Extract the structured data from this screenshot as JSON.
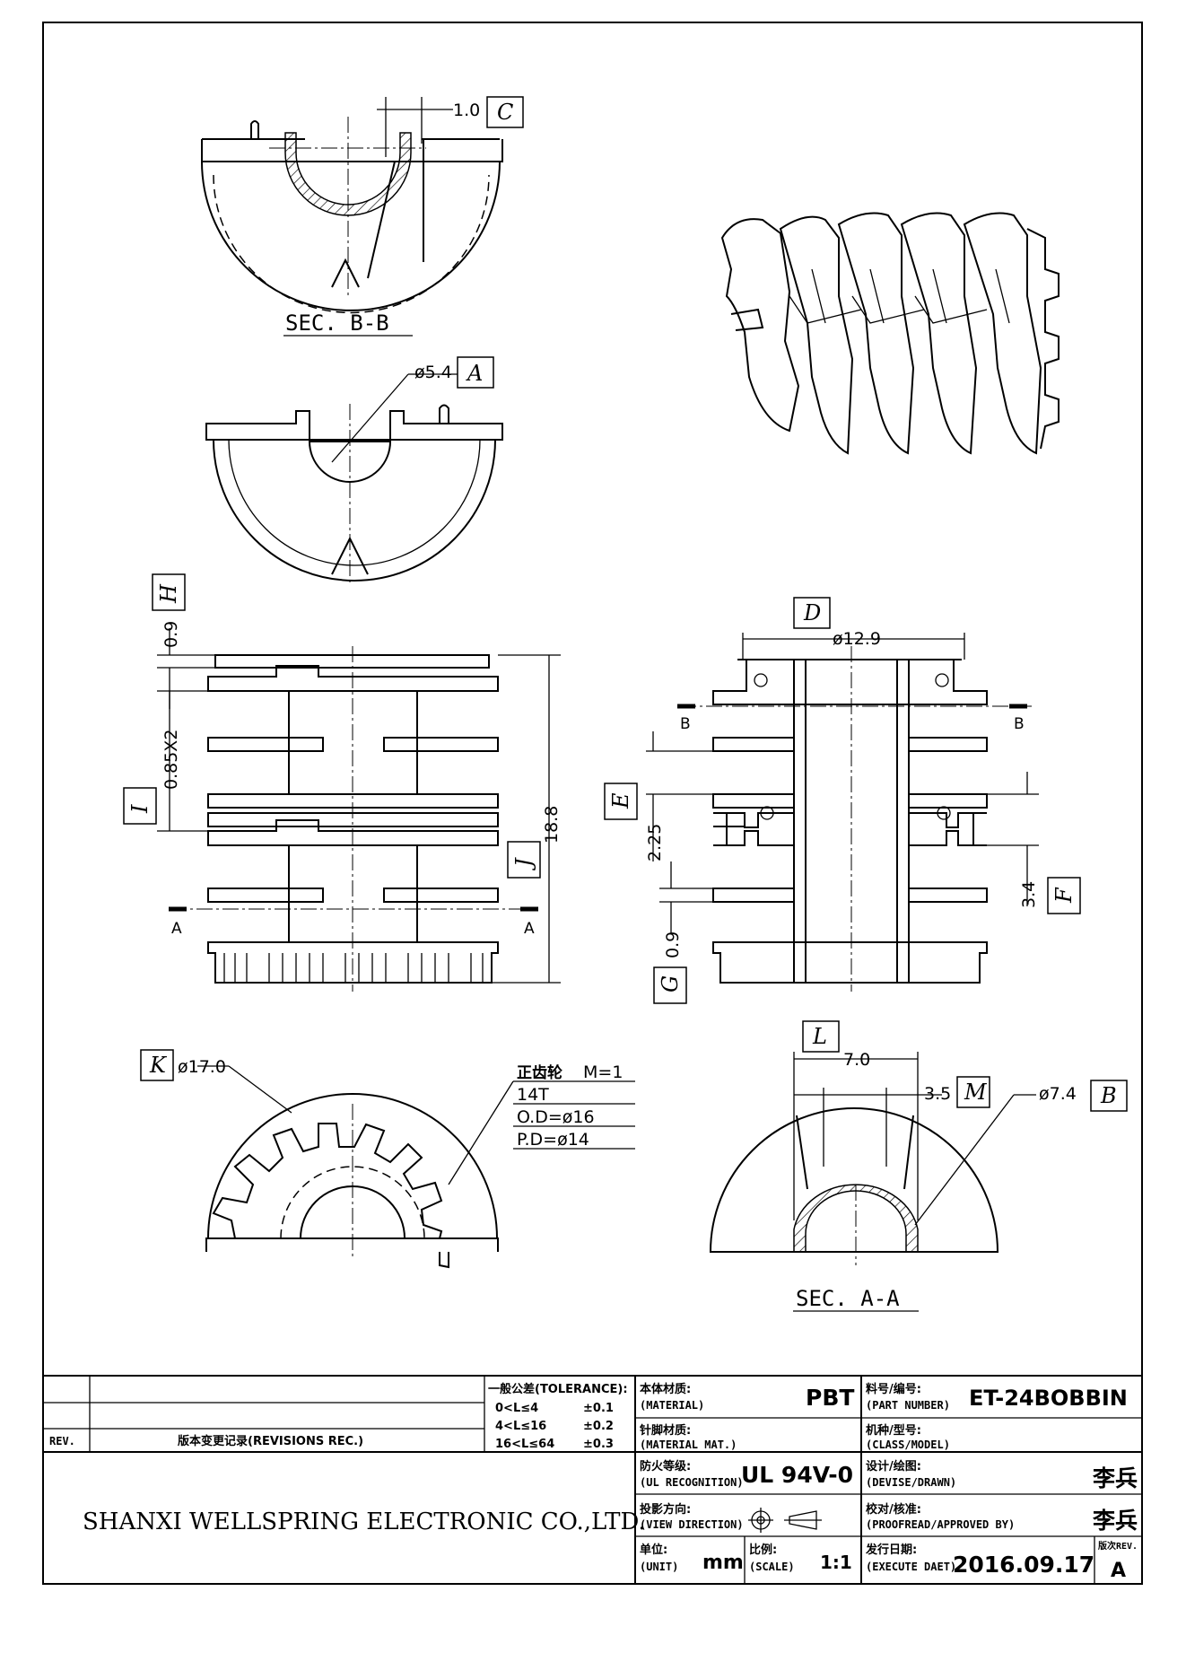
{
  "views": {
    "sec_bb_title": "SEC. B-B",
    "sec_aa_title": "SEC. A-A"
  },
  "callouts": {
    "C": {
      "tag": "C",
      "value": "1.0"
    },
    "A": {
      "tag": "A",
      "value": "ø5.4"
    },
    "H": {
      "tag": "H",
      "value": "0.9"
    },
    "I": {
      "tag": "I",
      "value": "0.85X2"
    },
    "J": {
      "tag": "J",
      "value": "18.8"
    },
    "D": {
      "tag": "D",
      "value": "ø12.9"
    },
    "E": {
      "tag": "E",
      "value": "2.25"
    },
    "F": {
      "tag": "F",
      "value": "3.4"
    },
    "G": {
      "tag": "G",
      "value": "0.9"
    },
    "K": {
      "tag": "K",
      "value": "ø17.0"
    },
    "L": {
      "tag": "L",
      "value": "7.0"
    },
    "M": {
      "tag": "M",
      "value": "3.5"
    },
    "B": {
      "tag": "B",
      "value": "ø7.4"
    }
  },
  "section_marks": {
    "a": "A",
    "b": "B"
  },
  "gear_note": {
    "title": "正齿轮",
    "module": "M=1",
    "teeth": "14T",
    "od": "O.D=ø16",
    "pd": "P.D=ø14"
  },
  "title_block": {
    "rev_label": "REV.",
    "revisions_label": "版本变更记录(REVISIONS REC.)",
    "tolerance_title": "一般公差(TOLERANCE):",
    "tolerances": [
      {
        "range": "0<L≤4",
        "tol": "±0.1"
      },
      {
        "range": "4<L≤16",
        "tol": "±0.2"
      },
      {
        "range": "16<L≤64",
        "tol": "±0.3"
      }
    ],
    "material_label_cn": "本体材质:",
    "material_label_en": "(MATERIAL)",
    "material_value": "PBT",
    "pin_material_cn": "针脚材质:",
    "pin_material_en": "(MATERIAL MAT.)",
    "flame_cn": "防火等级:",
    "flame_en": "(UL RECOGNITION)",
    "flame_value": "UL 94V-0",
    "view_dir_cn": "投影方向:",
    "view_dir_en": "(VIEW DIRECTION)",
    "unit_cn": "单位:",
    "unit_en": "(UNIT)",
    "unit_value": "mm",
    "scale_cn": "比例:",
    "scale_en": "(SCALE)",
    "scale_value": "1:1",
    "part_no_cn": "料号/编号:",
    "part_no_en": "(PART NUMBER)",
    "part_no_value": "ET-24BOBBIN",
    "class_cn": "机种/型号:",
    "class_en": "(CLASS/MODEL)",
    "design_cn": "设计/绘图:",
    "design_en": "(DEVISE/DRAWN)",
    "design_value": "李兵",
    "approve_cn": "校对/核准:",
    "approve_en": "(PROOFREAD/APPROVED BY)",
    "approve_value": "李兵",
    "date_cn": "发行日期:",
    "date_en": "(EXECUTE DAET)",
    "date_value": "2016.09.17",
    "rev_cn": "版次REV.",
    "rev_value": "A",
    "company": "SHANXI WELLSPRING ELECTRONIC CO.,LTD."
  }
}
